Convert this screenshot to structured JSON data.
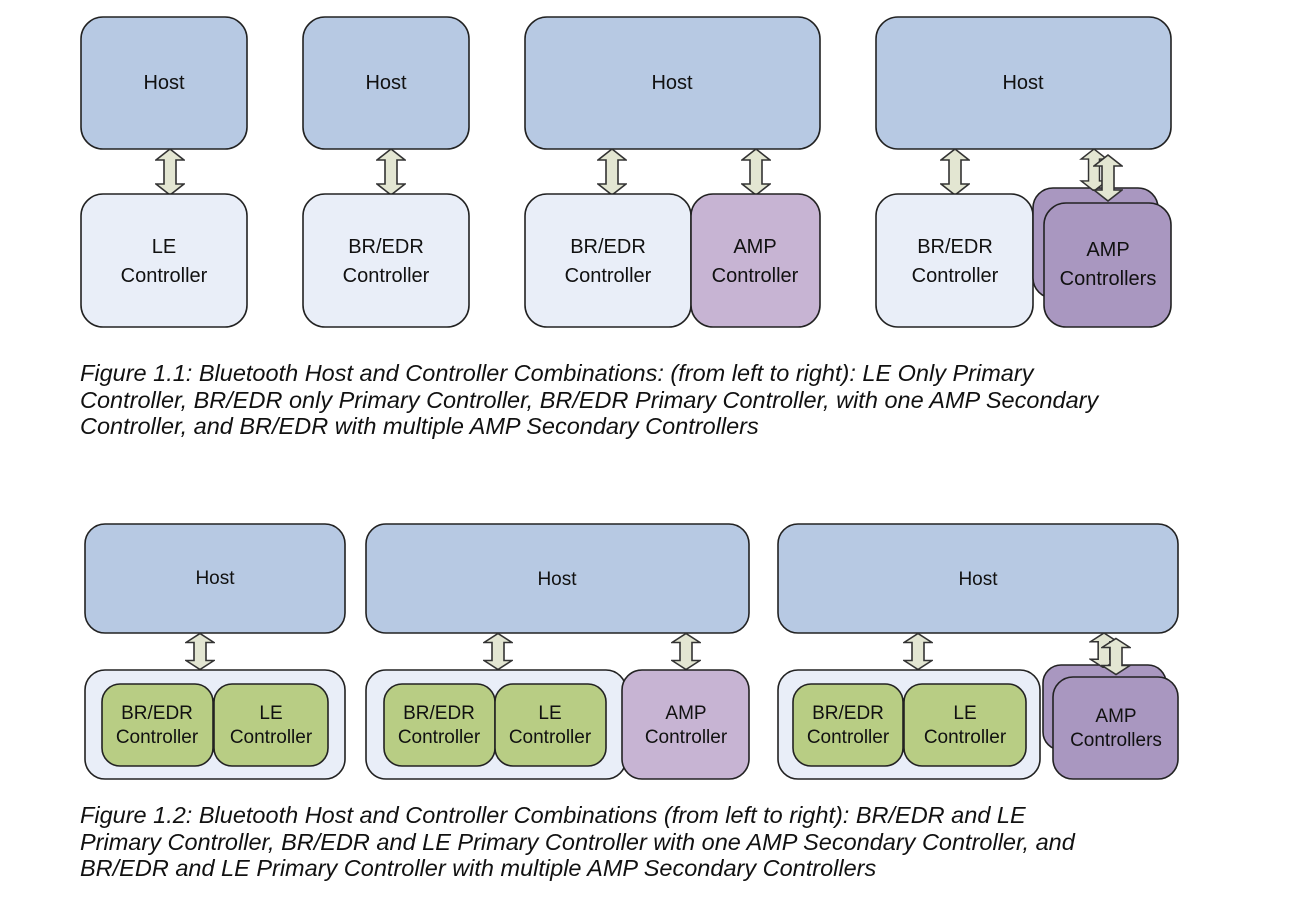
{
  "colors": {
    "host_fill": "#b7c9e3",
    "controller_fill": "#e9eef8",
    "amp_fill": "#c7b4d3",
    "amp_multi_fill": "#a997c0",
    "green_fill": "#b8cd84",
    "container_fill": "#e9eef8",
    "arrow_fill": "#e3e6d2",
    "stroke": "#222222"
  },
  "figure1": {
    "host_label": "Host",
    "le_controller": [
      "LE",
      "Controller"
    ],
    "bredr_controller": [
      "BR/EDR",
      "Controller"
    ],
    "amp_controller": [
      "AMP",
      "Controller"
    ],
    "amp_controllers": [
      "AMP",
      "Controllers"
    ],
    "caption_lines": [
      "Figure 1.1:  Bluetooth Host and Controller Combinations: (from left to right): LE Only Primary",
      "Controller, BR/EDR only Primary Controller, BR/EDR Primary Controller, with one AMP Secondary",
      "Controller, and BR/EDR with multiple AMP Secondary Controllers"
    ]
  },
  "figure2": {
    "host_label": "Host",
    "bredr_controller": [
      "BR/EDR",
      "Controller"
    ],
    "le_controller": [
      "LE",
      "Controller"
    ],
    "amp_controller": [
      "AMP",
      "Controller"
    ],
    "amp_controllers": [
      "AMP",
      "Controllers"
    ],
    "caption_lines": [
      "Figure 1.2:  Bluetooth Host and Controller Combinations (from left to right): BR/EDR and LE",
      "Primary Controller, BR/EDR and LE Primary Controller with one AMP Secondary Controller, and",
      "BR/EDR and LE Primary Controller with multiple AMP Secondary Controllers"
    ]
  }
}
